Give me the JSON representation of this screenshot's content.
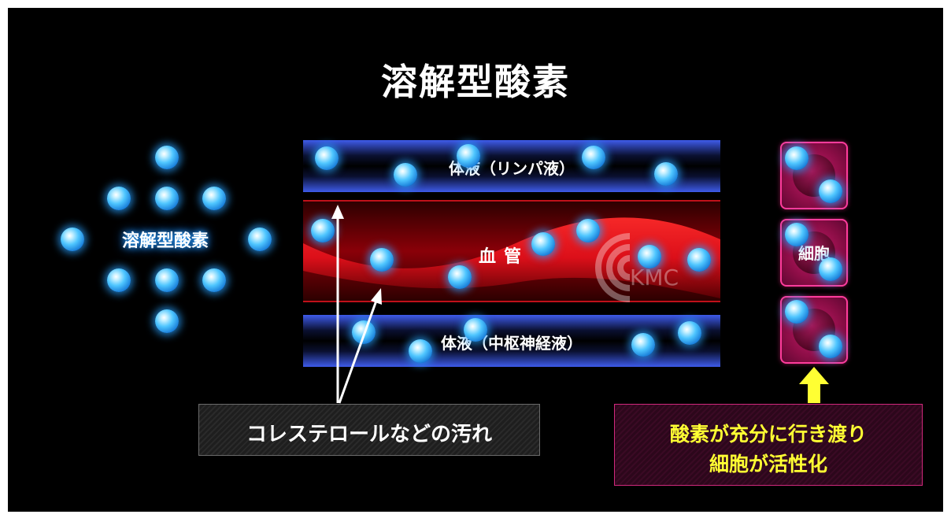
{
  "title": "溶解型酸素",
  "oxygen_cluster": {
    "label": "溶解型酸素"
  },
  "vessel": {
    "top_fluid_label": "体液（リンパ液）",
    "vessel_label": "血管",
    "bottom_fluid_label": "体液（中枢神経液）"
  },
  "watermark": {
    "text": "KMC"
  },
  "cells": {
    "label": "細胞"
  },
  "captions": {
    "deposits": "コレステロールなどの汚れ",
    "result_line1": "酸素が充分に行き渡り",
    "result_line2": "細胞が活性化"
  },
  "colors": {
    "background": "#000000",
    "oxygen_dot": "#4fc6ff",
    "fluid_band": "#3e5bea",
    "blood_vessel": "#e0101a",
    "cell": "#c81c6c",
    "result_text": "#ffff33",
    "arrow_up": "#ffff33"
  }
}
